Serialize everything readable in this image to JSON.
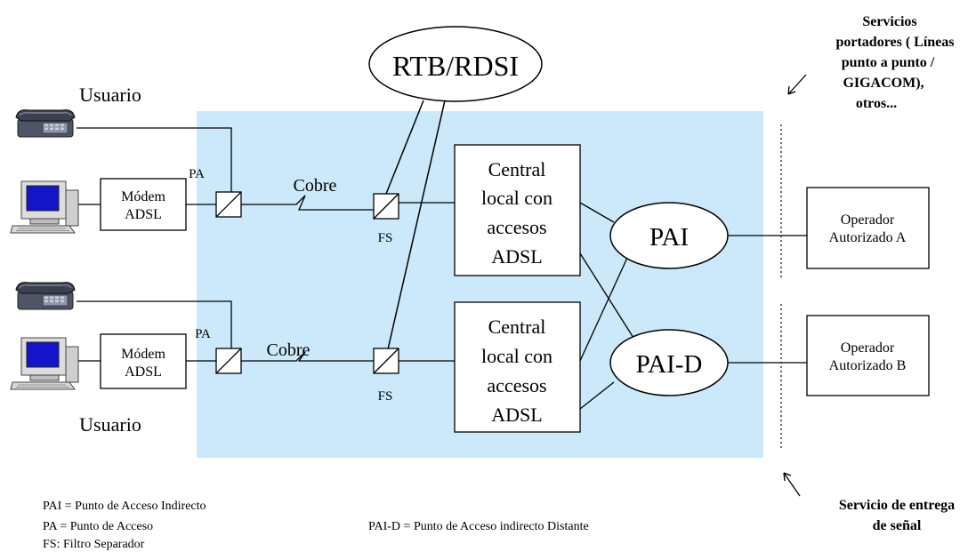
{
  "network": {
    "cloud_label": "RTB/RDSI",
    "user_top": "Usuario",
    "user_bottom": "Usuario",
    "pa_top": "PA",
    "pa_bottom": "PA",
    "cobre_top": "Cobre",
    "cobre_bottom": "Cobre",
    "fs_top": "FS",
    "fs_bottom": "FS",
    "modem_top": [
      "Módem",
      "ADSL"
    ],
    "modem_bottom": [
      "Módem",
      "ADSL"
    ],
    "central_top": [
      "Central",
      "local con",
      "accesos",
      "ADSL"
    ],
    "central_bottom": [
      "Central",
      "local con",
      "accesos",
      "ADSL"
    ],
    "pai": "PAI",
    "pai_d": "PAI-D",
    "operator_a": [
      "Operador",
      "Autorizado A"
    ],
    "operator_b": [
      "Operador",
      "Autorizado B"
    ]
  },
  "annotations": {
    "services_top": [
      "Servicios",
      "portadores ( Líneas",
      "punto a punto /",
      "GIGACOM),",
      "otros..."
    ],
    "services_bottom": [
      "Servicio de entrega",
      "de señal"
    ]
  },
  "legend": {
    "pai": "PAI = Punto de Acceso Indirecto",
    "pa": "PA = Punto de Acceso",
    "fs": "FS: Filtro Separador",
    "pai_d": "PAI-D = Punto de Acceso indirecto Distante"
  },
  "colors": {
    "zone_fill": "#cce9fb",
    "phone_body": "#5a6172",
    "screen": "#1414c8"
  }
}
